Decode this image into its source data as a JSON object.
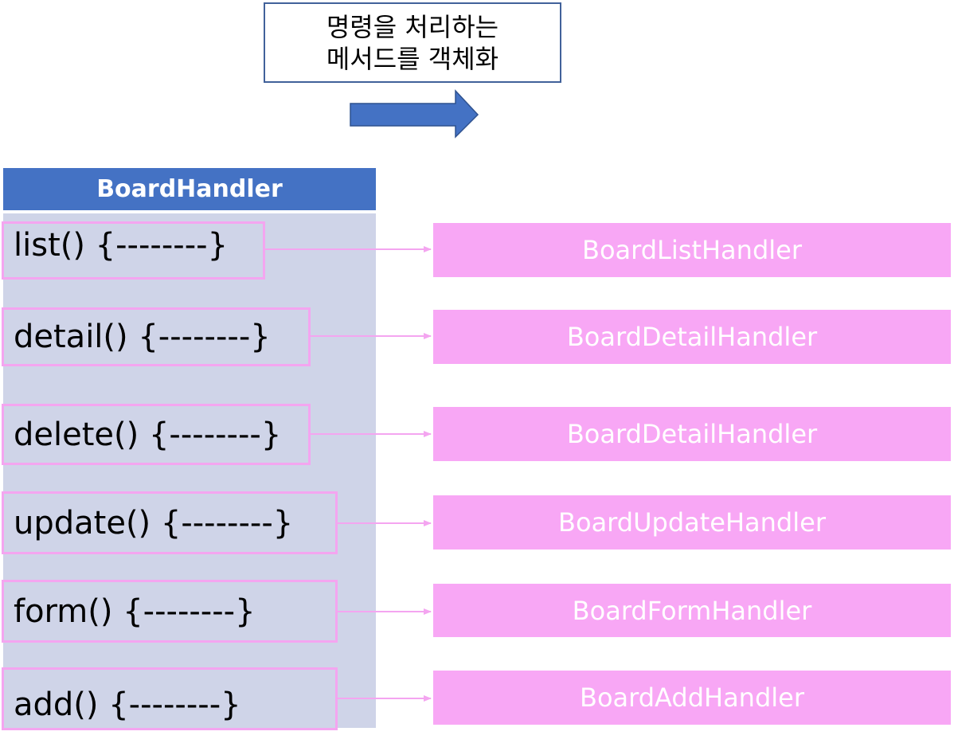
{
  "caption": {
    "line1": "명령을 처리하는",
    "line2": "메서드를 객체화"
  },
  "class_header": "BoardHandler",
  "methods": [
    {
      "label": "list() {--------}"
    },
    {
      "label": "detail() {--------}"
    },
    {
      "label": "delete() {--------}"
    },
    {
      "label": "update() {--------}"
    },
    {
      "label": "form() {--------}"
    },
    {
      "label": "add() {--------}"
    }
  ],
  "handlers": [
    {
      "label": "BoardListHandler"
    },
    {
      "label": "BoardDetailHandler"
    },
    {
      "label": "BoardDetailHandler"
    },
    {
      "label": "BoardUpdateHandler"
    },
    {
      "label": "BoardFormHandler"
    },
    {
      "label": "BoardAddHandler"
    }
  ],
  "colors": {
    "header_blue": "#4472c4",
    "class_body": "#cfd4e8",
    "method_border": "#f4a5f0",
    "handler_pink": "#f8a7f5",
    "caption_border": "#41619a"
  }
}
